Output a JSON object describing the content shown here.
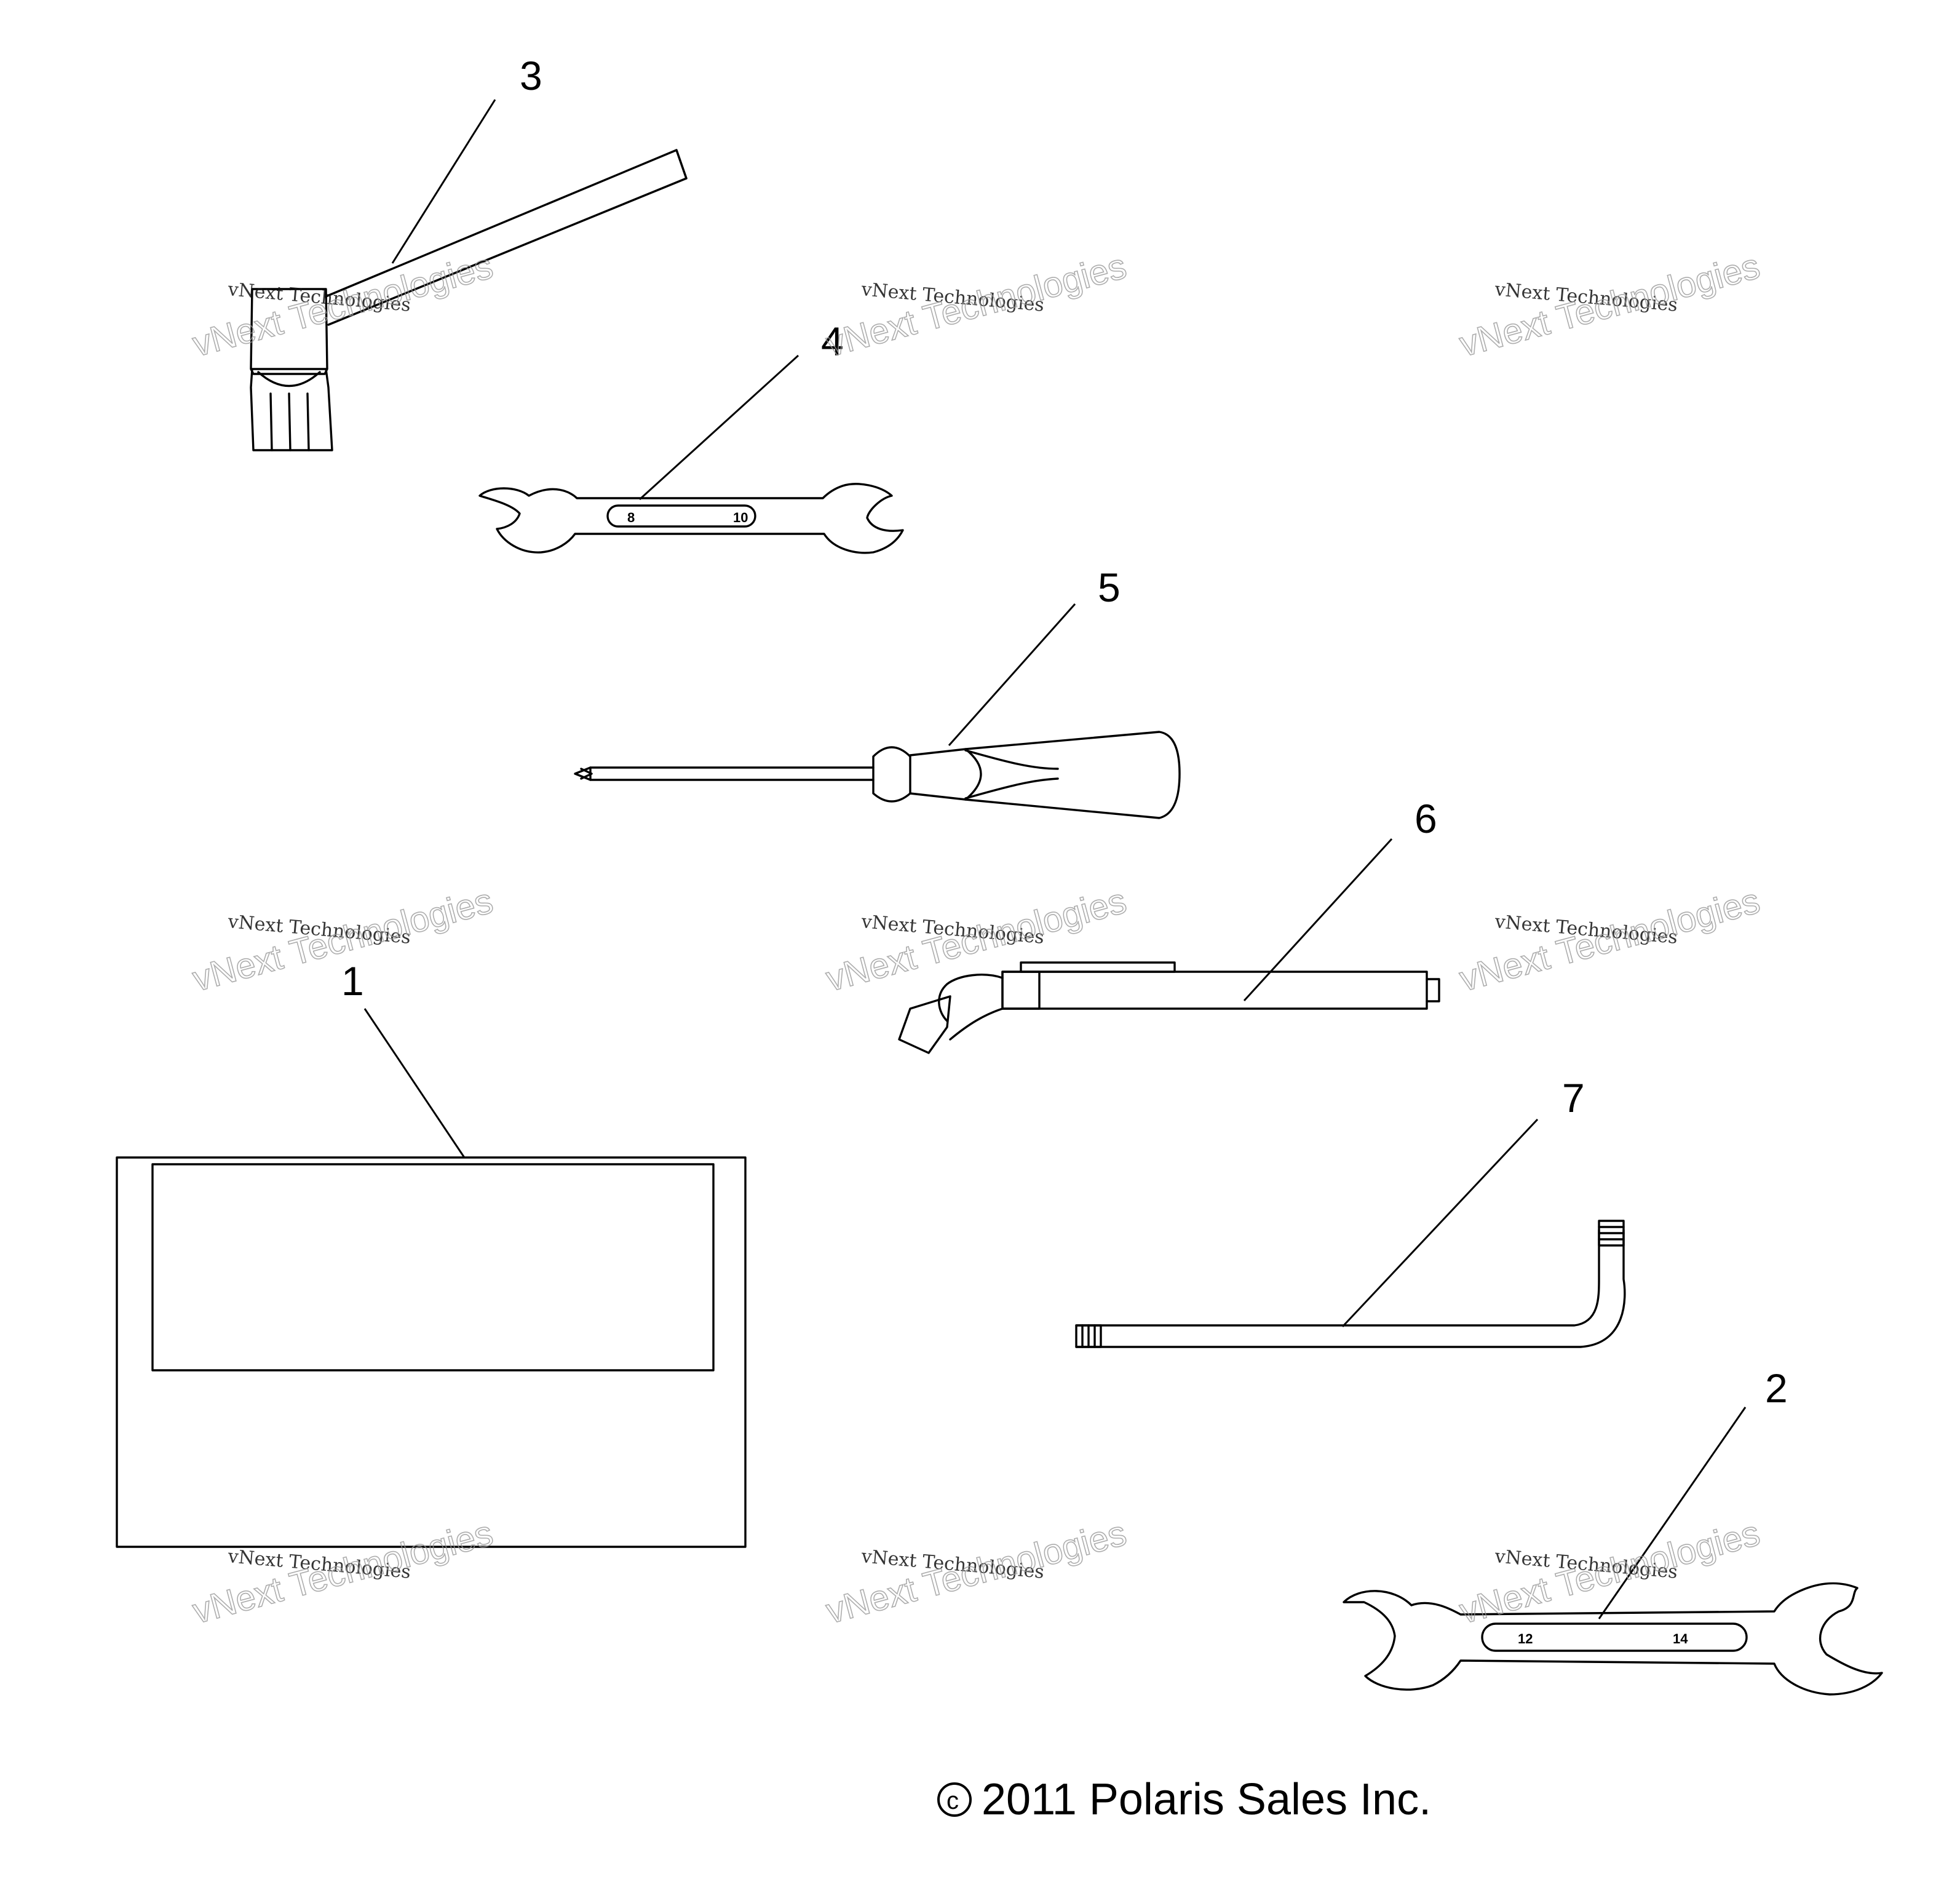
{
  "callouts": [
    "1",
    "2",
    "3",
    "4",
    "5",
    "6",
    "7"
  ],
  "wrench_small": {
    "left_size": "8",
    "right_size": "10"
  },
  "wrench_large": {
    "left_size": "12",
    "right_size": "14"
  },
  "watermark": {
    "top": "vNext Technologies",
    "big": "vNext Technologies"
  },
  "copyright": {
    "symbol": "c",
    "text": "2011 Polaris Sales Inc."
  }
}
